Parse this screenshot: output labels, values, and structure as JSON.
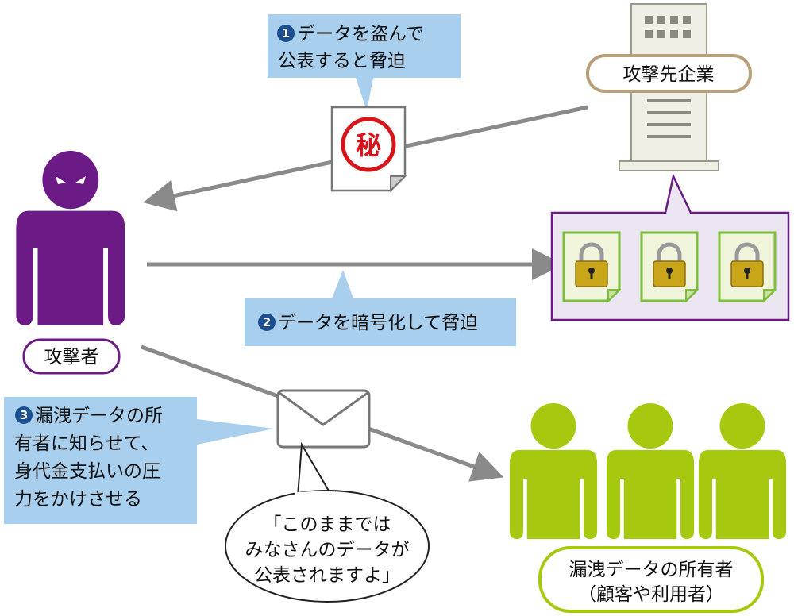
{
  "callout1": {
    "num": "1",
    "lines": [
      "データを盗んで",
      "公表すると脅迫"
    ]
  },
  "callout2": {
    "num": "2",
    "text": "データを暗号化して脅迫"
  },
  "callout3": {
    "num": "3",
    "lines": [
      "漏洩データの所",
      "有者に知らせて、",
      "身代金支払いの圧",
      "力をかけさせる"
    ]
  },
  "secret_doc": {
    "stamp": "秘"
  },
  "company": {
    "label": "攻撃先企業"
  },
  "attacker": {
    "label": "攻撃者"
  },
  "speech": {
    "lines": [
      "「このままでは",
      "みなさんのデータが",
      "公表されますよ」"
    ]
  },
  "owners": {
    "lines": [
      "漏洩データの所有者",
      "（顧客や利用者）"
    ]
  },
  "colors": {
    "attacker": "#6b1a86",
    "owners": "#a5c90f",
    "callout": "#a9cfee",
    "arrow": "#8a8a8a"
  }
}
